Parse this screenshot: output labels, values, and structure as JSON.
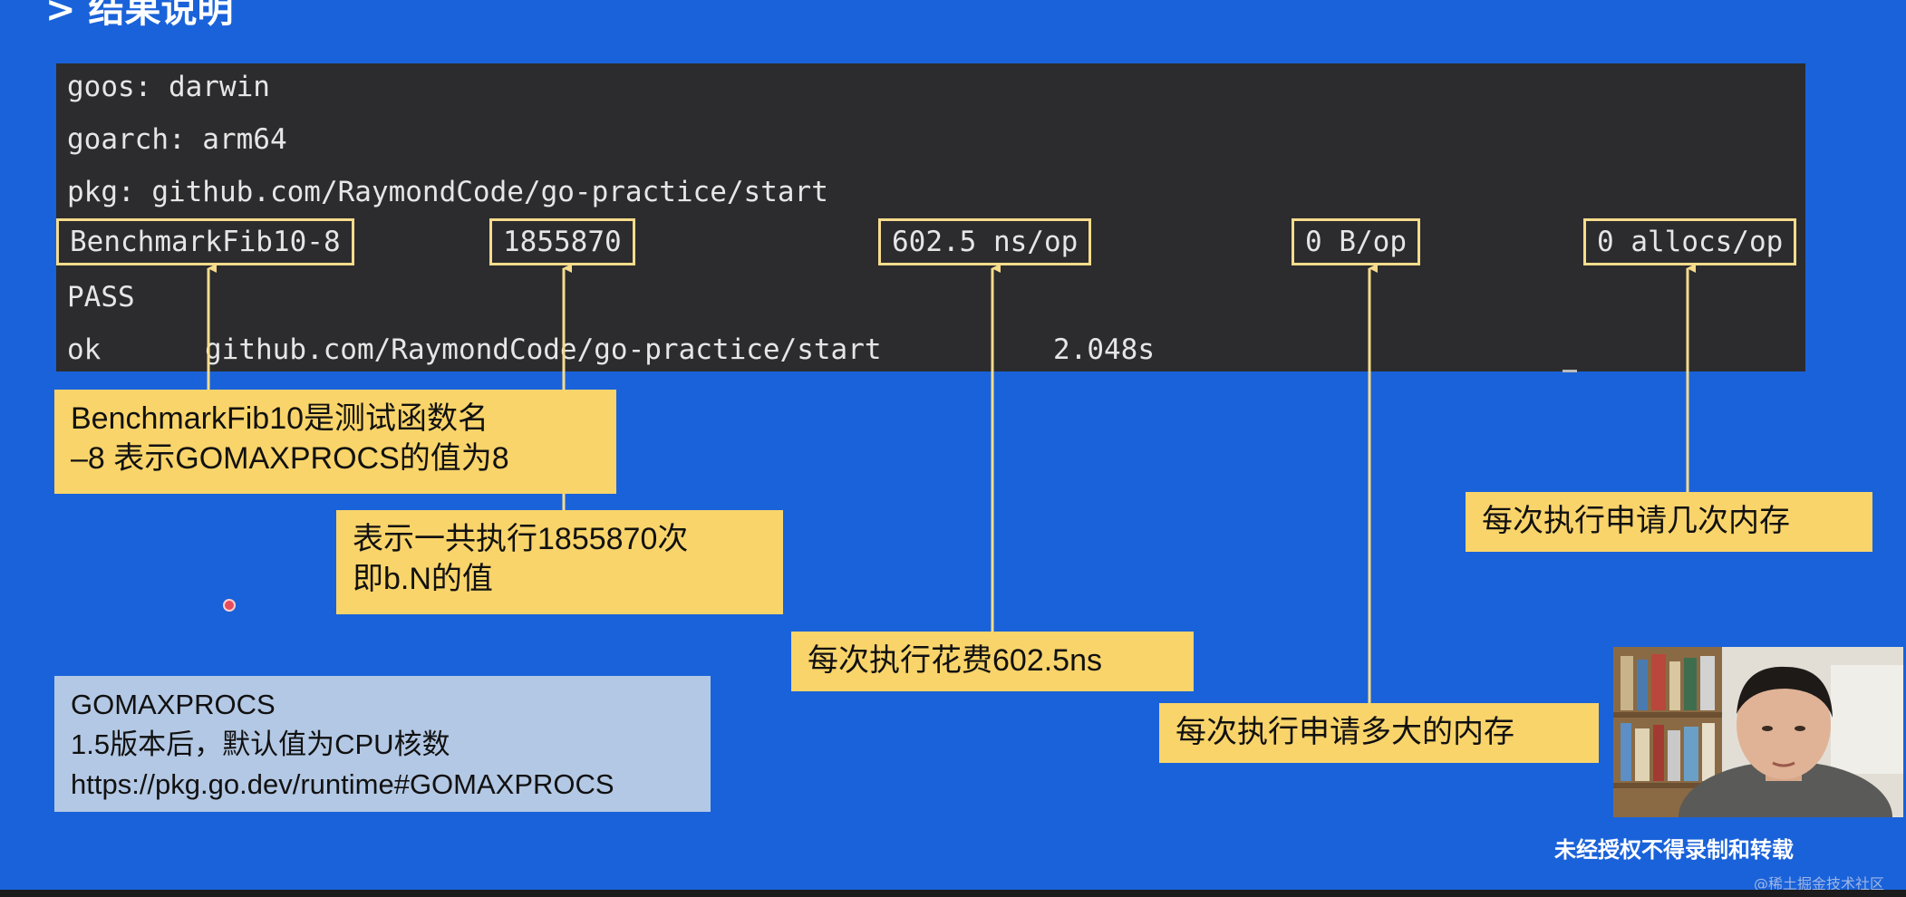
{
  "slide": {
    "title": "> 结果说明"
  },
  "terminal": {
    "lines": {
      "goos": "goos: darwin",
      "goarch": "goarch: arm64",
      "pkg": "pkg: github.com/RaymondCode/go-practice/start",
      "pass": "PASS",
      "ok_prefix": "ok",
      "ok_pkg": "github.com/RaymondCode/go-practice/start",
      "ok_time": "2.048s"
    },
    "metrics": {
      "name": "BenchmarkFib10-8",
      "iterations": "1855870",
      "ns_per_op": "602.5 ns/op",
      "bytes_per_op": "0 B/op",
      "allocs_per_op": "0 allocs/op"
    }
  },
  "notes": {
    "name_line1": "BenchmarkFib10是测试函数名",
    "name_line2": "–8 表示GOMAXPROCS的值为8",
    "iter_line1": "表示一共执行1855870次",
    "iter_line2": "即b.N的值",
    "time": "每次执行花费602.5ns",
    "bytes": "每次执行申请多大的内存",
    "allocs": "每次执行申请几次内存"
  },
  "info_box": {
    "line1": "GOMAXPROCS",
    "line2": "1.5版本后，默认值为CPU核数",
    "line3": "https://pkg.go.dev/runtime#GOMAXPROCS"
  },
  "watermark": "未经授权不得录制和转载",
  "footer_watermark": "@稀土掘金技术社区",
  "colors": {
    "background": "#1a62d9",
    "terminal": "#2c2c2e",
    "note": "#f9d46a",
    "arrow": "#f6dc8c",
    "info_box": "#b3c8e4"
  }
}
